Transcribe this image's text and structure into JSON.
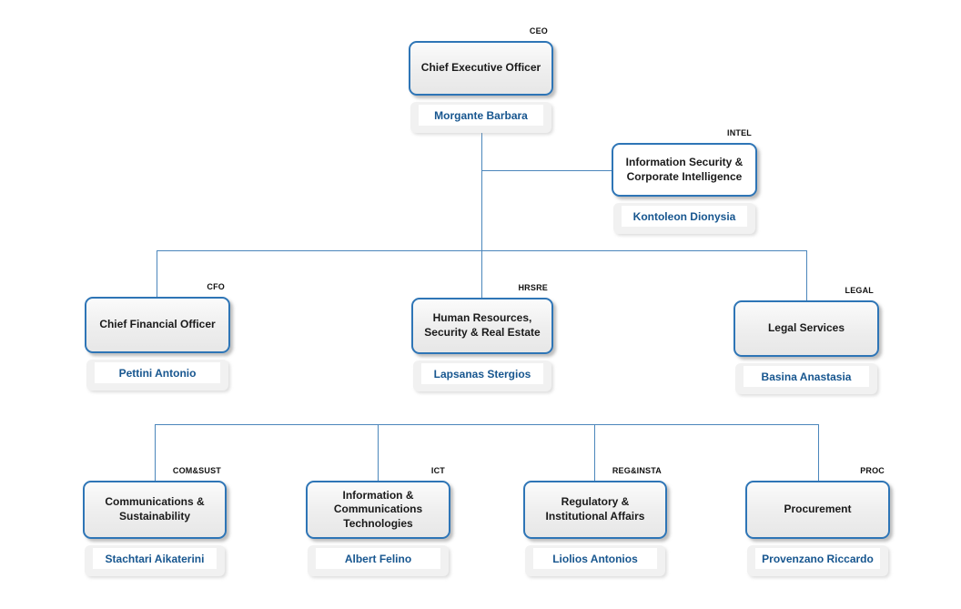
{
  "colors": {
    "box_border": "#2e75b6",
    "connector_line": "#4b86bb",
    "box_fill_top": "#fbfbfb",
    "box_fill_bottom": "#e7e7e7",
    "intel_box_fill": "#ffffff",
    "person_text": "#17568f",
    "title_text": "#1a1a1a",
    "tag_text": "#111111",
    "nameplate_bg": "#f1f1f1"
  },
  "nodes": {
    "ceo": {
      "tag": "CEO",
      "title": "Chief Executive Officer",
      "person": "Morgante Barbara"
    },
    "intel": {
      "tag": "INTEL",
      "title": "Information Security & Corporate Intelligence",
      "person": "Kontoleon Dionysia"
    },
    "cfo": {
      "tag": "CFO",
      "title": "Chief Financial Officer",
      "person": "Pettini Antonio"
    },
    "hrsre": {
      "tag": "HRSRE",
      "title": "Human Resources, Security & Real Estate",
      "person": "Lapsanas Stergios"
    },
    "legal": {
      "tag": "LEGAL",
      "title": "Legal Services",
      "person": "Basina Anastasia"
    },
    "comsust": {
      "tag": "COM&SUST",
      "title": "Communications & Sustainability",
      "person": "Stachtari Aikaterini"
    },
    "ict": {
      "tag": "ICT",
      "title": "Information & Communications Technologies",
      "person": "Albert Felino"
    },
    "reginsta": {
      "tag": "REG&INSTA",
      "title": "Regulatory & Institutional Affairs",
      "person": "Liolios Antonios"
    },
    "proc": {
      "tag": "PROC",
      "title": "Procurement",
      "person": "Provenzano Riccardo"
    }
  }
}
